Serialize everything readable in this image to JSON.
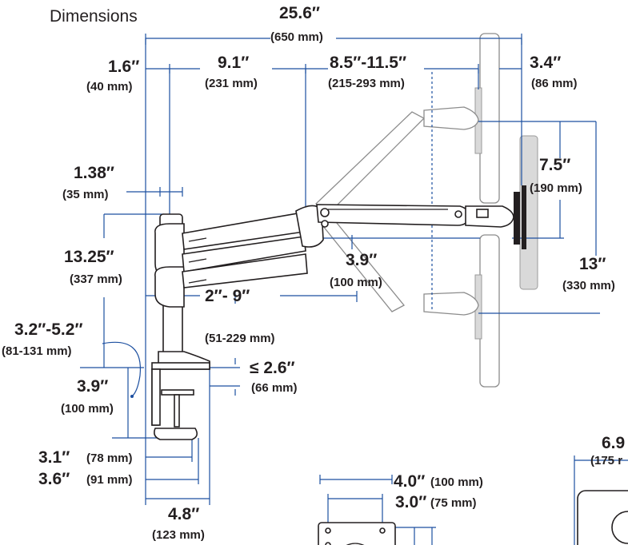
{
  "title": "Dimensions",
  "labels": {
    "overall_width": "25.6″",
    "overall_width_mm": "(650 mm)",
    "pole_width": "1.6″",
    "pole_width_mm": "(40 mm)",
    "arm1_length": "9.1″",
    "arm1_length_mm": "(231 mm)",
    "arm2_length": "8.5″-11.5″",
    "arm2_length_mm": "(215-293 mm)",
    "monitor_offset": "3.4″",
    "monitor_offset_mm": "(86 mm)",
    "pole_diameter": "1.38″",
    "pole_diameter_mm": "(35 mm)",
    "tilt_height": "7.5″",
    "tilt_height_mm": "(190 mm)",
    "pole_height": "13.25″",
    "pole_height_mm": "(337 mm)",
    "arm_drop": "3.9″",
    "arm_drop_mm": "(100 mm)",
    "lift_range": "13″",
    "lift_range_mm": "(330 mm)",
    "clamp_range": "3.2″-5.2″",
    "clamp_range_mm": "(81-131 mm)",
    "arm_extension": "2″- 9″",
    "arm_extension_mm": "(51-229 mm)",
    "desk_thickness": "≤ 2.6″",
    "desk_thickness_mm": "(66 mm)",
    "clamp_depth": "3.9″",
    "clamp_depth_mm": "(100 mm)",
    "clamp_3_1": "3.1″",
    "clamp_3_1_mm": "(78 mm)",
    "clamp_3_6": "3.6″",
    "clamp_3_6_mm": "(91 mm)",
    "base_width": "4.8″",
    "base_width_mm": "(123 mm)",
    "vesa_100": "4.0″",
    "vesa_100_mm": "(100 mm)",
    "vesa_75": "3.0″",
    "vesa_75_mm": "(75 mm)",
    "grommet": "6.9",
    "grommet_mm": "(175 r"
  },
  "colors": {
    "dimension_line": "#1c4fa0",
    "ink": "#231f20",
    "ghost": "#8c8c8c",
    "ghost_fill": "#d9d9d9"
  }
}
